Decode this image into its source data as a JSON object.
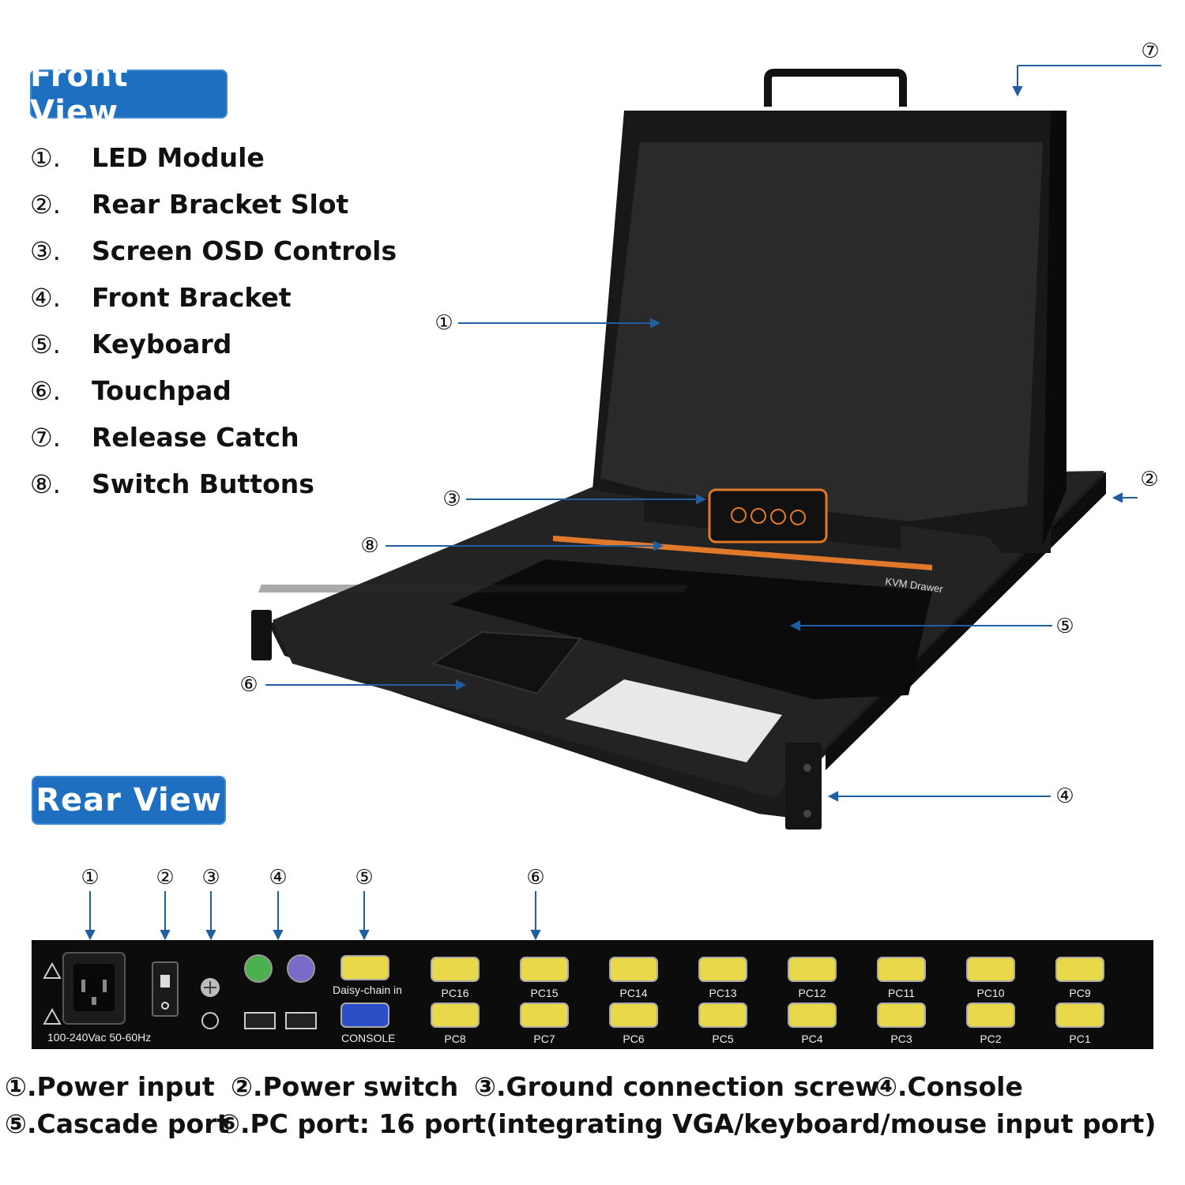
{
  "front_view": {
    "title": "Front View",
    "items": [
      {
        "num": "①.",
        "label": "LED Module"
      },
      {
        "num": "②.",
        "label": "Rear Bracket Slot"
      },
      {
        "num": "③.",
        "label": "Screen OSD Controls"
      },
      {
        "num": "④.",
        "label": "Front Bracket"
      },
      {
        "num": "⑤.",
        "label": "Keyboard"
      },
      {
        "num": "⑥.",
        "label": "Touchpad"
      },
      {
        "num": "⑦.",
        "label": "Release Catch"
      },
      {
        "num": "⑧.",
        "label": "Switch Buttons"
      }
    ],
    "callouts": {
      "c1": "①",
      "c2": "②",
      "c3": "③",
      "c4": "④",
      "c5": "⑤",
      "c6": "⑥",
      "c7": "⑦",
      "c8": "⑧"
    },
    "device_label": "KVM Drawer"
  },
  "rear_view": {
    "title": "Rear View",
    "callouts": {
      "c1": "①",
      "c2": "②",
      "c3": "③",
      "c4": "④",
      "c5": "⑤",
      "c6": "⑥"
    },
    "power_rating": "100-240Vac 50-60Hz",
    "daisy_label": "Daisy-chain in",
    "console_label": "CONSOLE",
    "top_ports": [
      "PC16",
      "PC15",
      "PC14",
      "PC13",
      "PC12",
      "PC11",
      "PC10",
      "PC9"
    ],
    "bottom_ports": [
      "PC8",
      "PC7",
      "PC6",
      "PC5",
      "PC4",
      "PC3",
      "PC2",
      "PC1"
    ],
    "legend_line1": [
      "①.Power input",
      "②.Power switch",
      "③.Ground connection screw",
      "④.Console"
    ],
    "legend_line2": [
      "⑤.Cascade port",
      "⑥.PC port: 16 port(integrating VGA/keyboard/mouse input port)"
    ]
  },
  "colors": {
    "badge": "#1f6fc0",
    "arrow": "#1f5f9f",
    "vga_yellow": "#e8d84a",
    "vga_blue": "#2c4fc7",
    "accent_orange": "#e07a2a"
  }
}
